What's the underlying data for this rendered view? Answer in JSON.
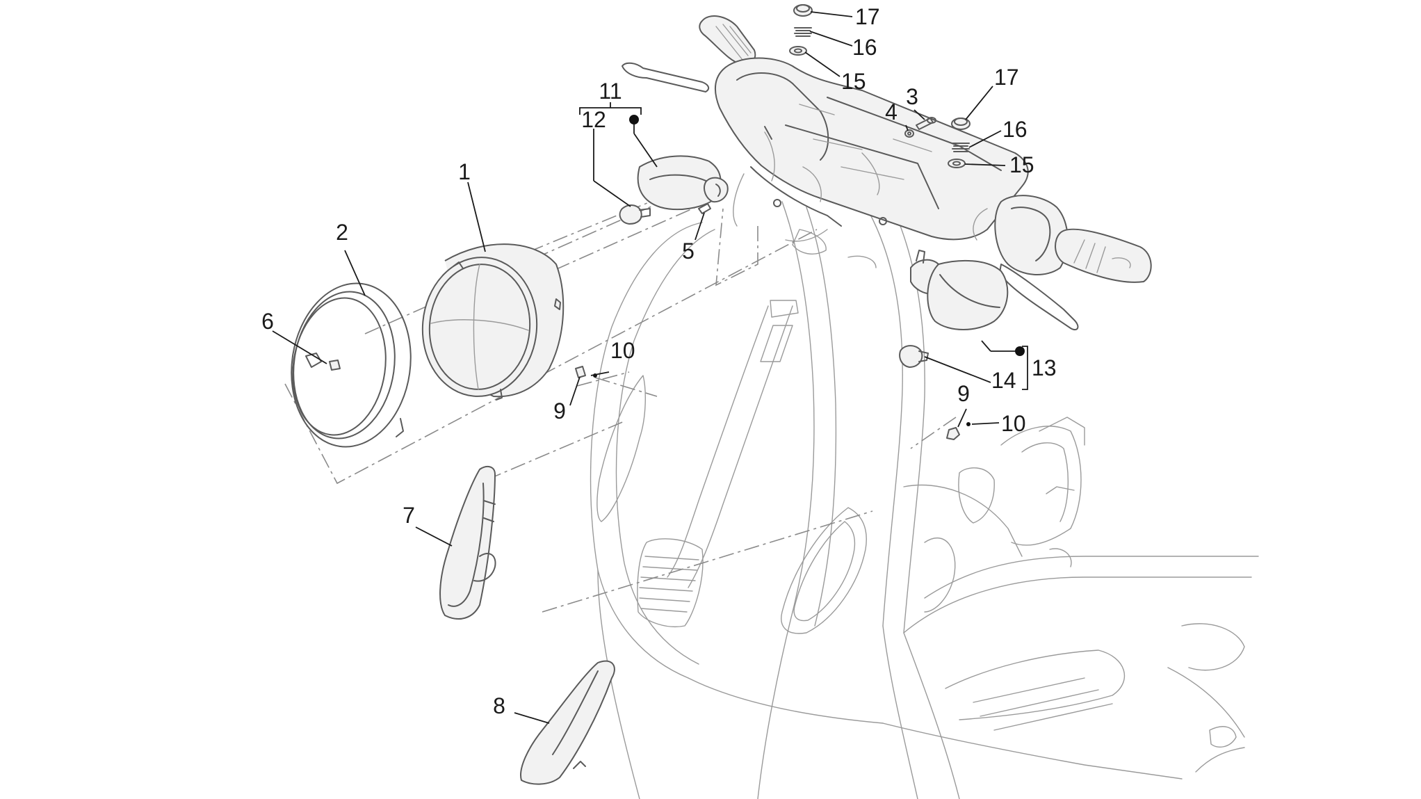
{
  "labels": {
    "l1": "1",
    "l2": "2",
    "l3": "3",
    "l4": "4",
    "l5": "5",
    "l6": "6",
    "l7": "7",
    "l8": "8",
    "l9a": "9",
    "l9b": "9",
    "l10a": "10",
    "l10b": "10",
    "l11": "11",
    "l12": "12",
    "l13": "13",
    "l14": "14",
    "l15a": "15",
    "l15b": "15",
    "l16a": "16",
    "l16b": "16",
    "l17a": "17",
    "l17b": "17"
  }
}
